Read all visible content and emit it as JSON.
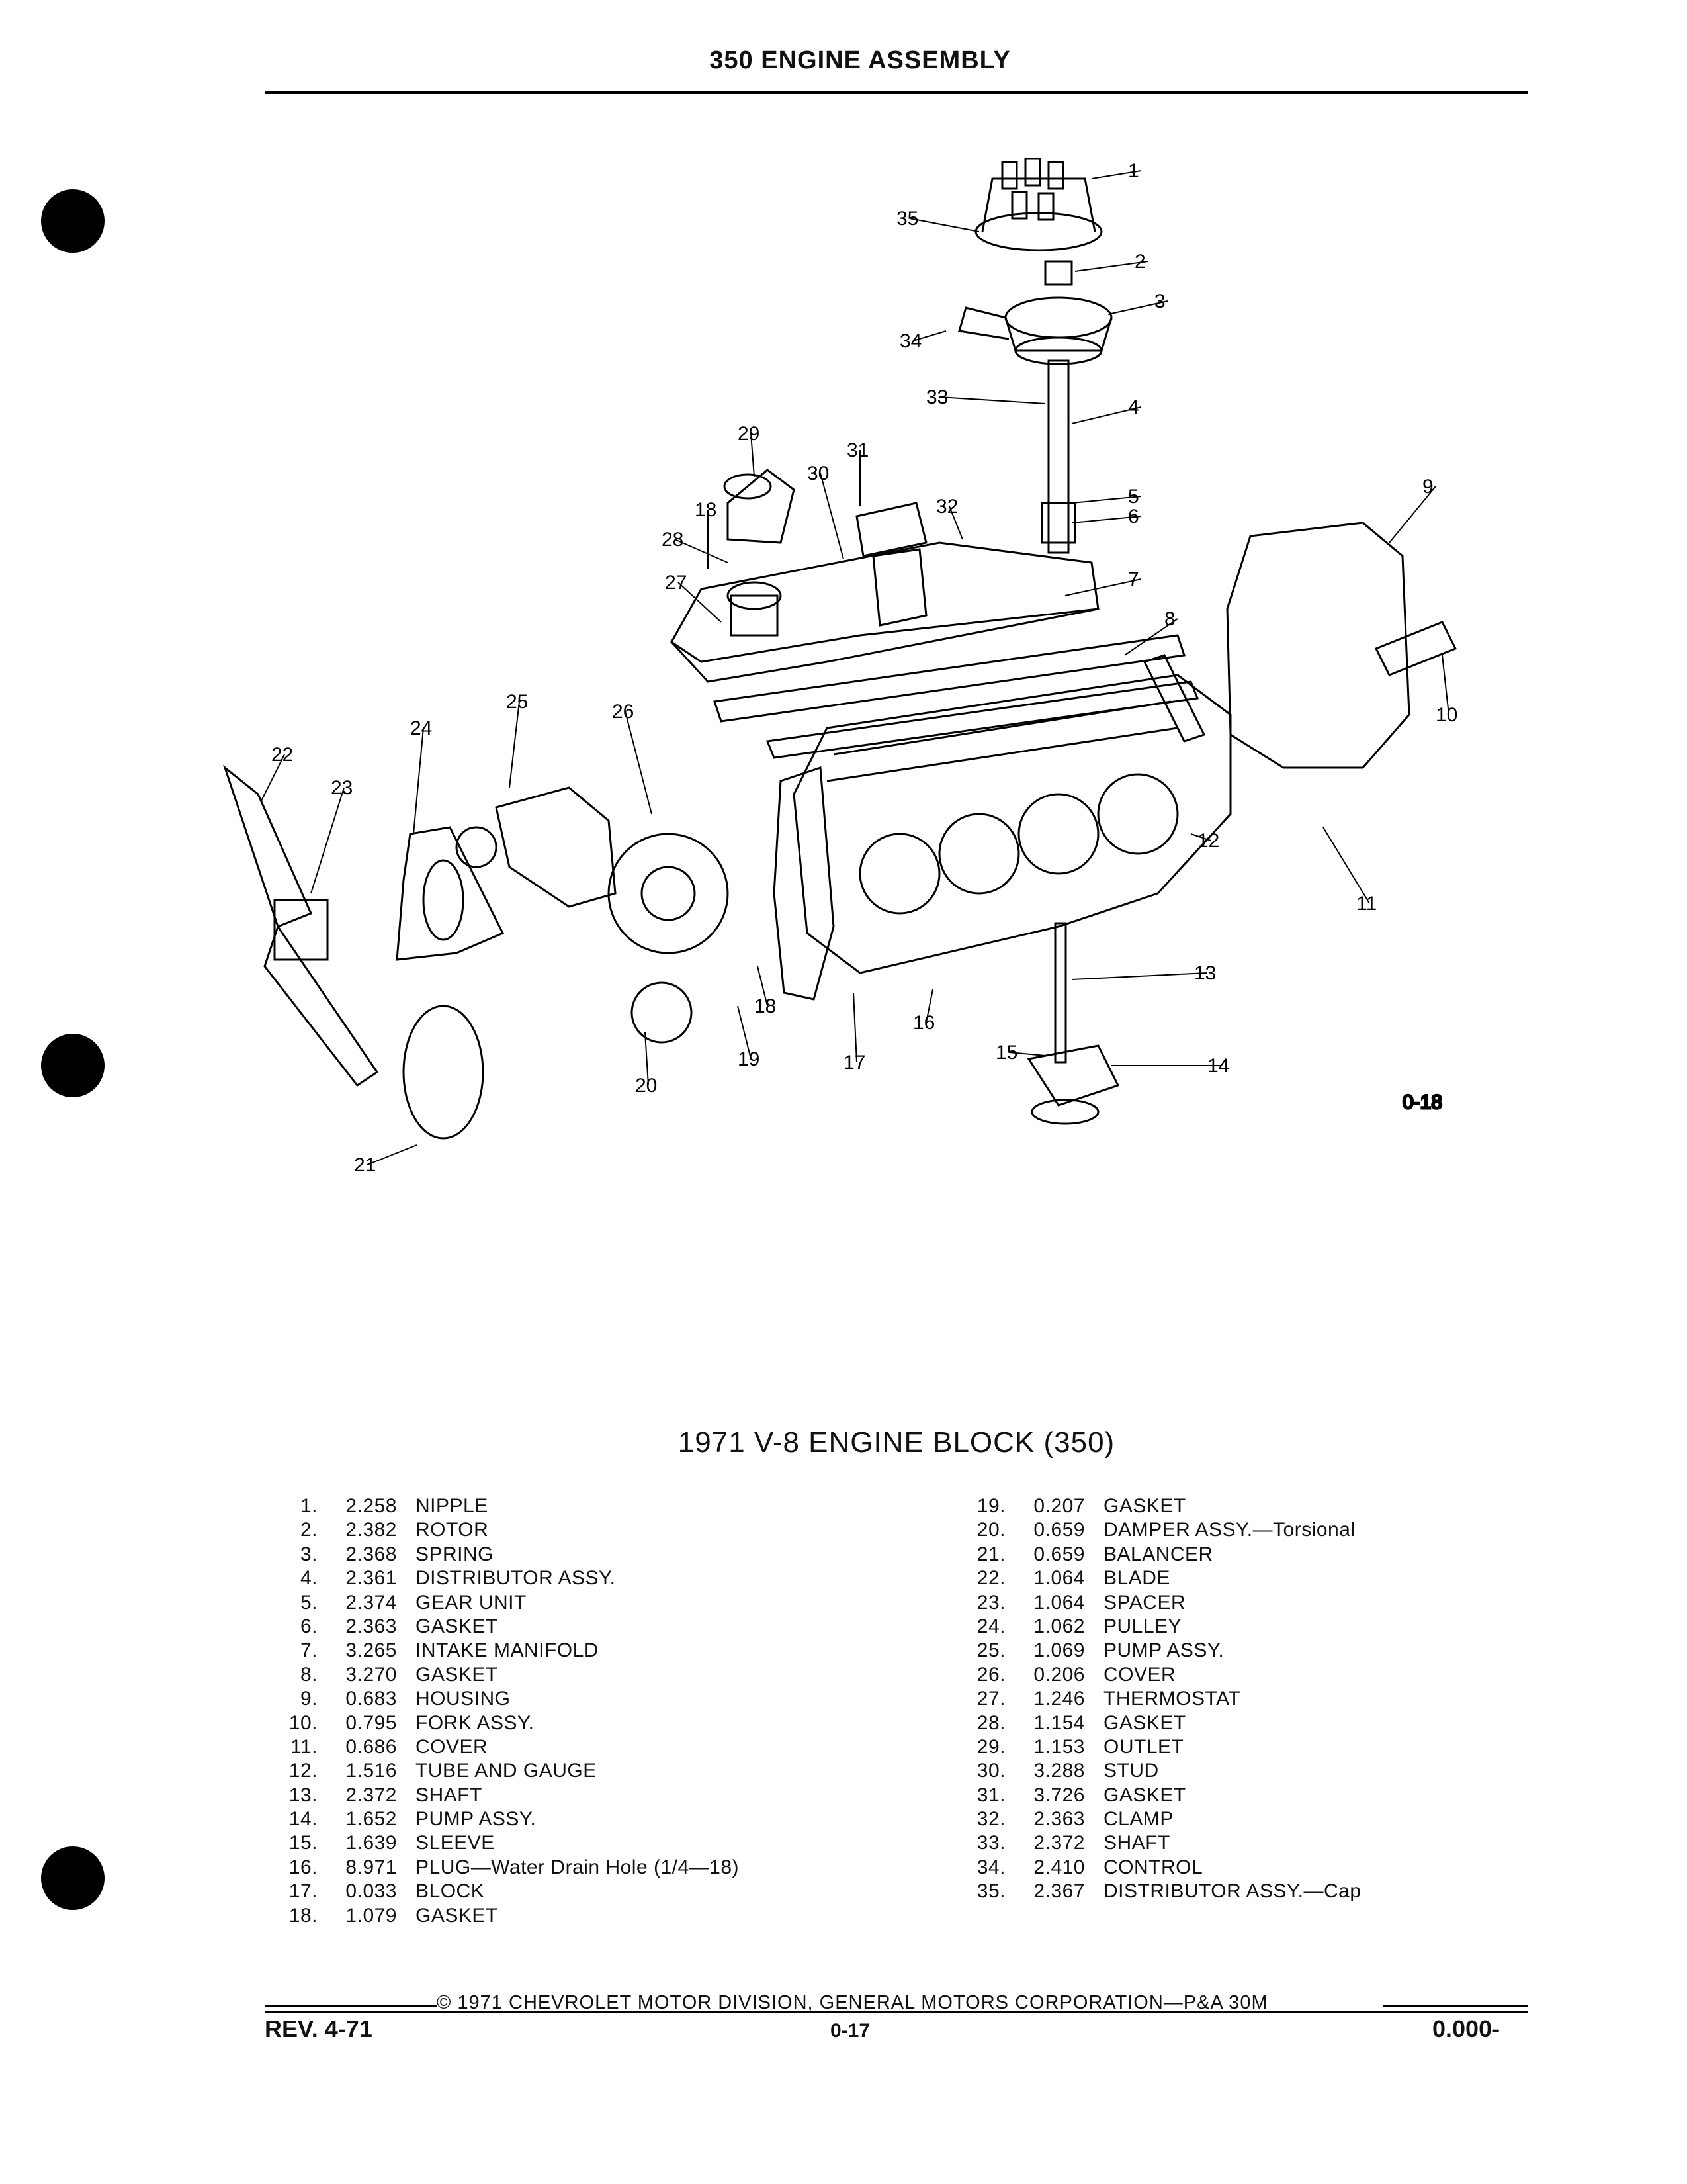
{
  "header": {
    "title": "350 ENGINE ASSEMBLY"
  },
  "figure": {
    "id": "0-18",
    "callouts": [
      "1",
      "2",
      "3",
      "4",
      "5",
      "6",
      "7",
      "8",
      "9",
      "10",
      "11",
      "12",
      "13",
      "14",
      "15",
      "16",
      "17",
      "18",
      "18",
      "19",
      "20",
      "21",
      "22",
      "23",
      "24",
      "25",
      "26",
      "27",
      "28",
      "29",
      "30",
      "31",
      "32",
      "33",
      "34",
      "35"
    ]
  },
  "caption": "1971 V-8 ENGINE BLOCK (350)",
  "parts_left": [
    {
      "num": "1.",
      "code": "2.258",
      "desc": "NIPPLE"
    },
    {
      "num": "2.",
      "code": "2.382",
      "desc": "ROTOR"
    },
    {
      "num": "3.",
      "code": "2.368",
      "desc": "SPRING"
    },
    {
      "num": "4.",
      "code": "2.361",
      "desc": "DISTRIBUTOR ASSY."
    },
    {
      "num": "5.",
      "code": "2.374",
      "desc": "GEAR UNIT"
    },
    {
      "num": "6.",
      "code": "2.363",
      "desc": "GASKET"
    },
    {
      "num": "7.",
      "code": "3.265",
      "desc": "INTAKE MANIFOLD"
    },
    {
      "num": "8.",
      "code": "3.270",
      "desc": "GASKET"
    },
    {
      "num": "9.",
      "code": "0.683",
      "desc": "HOUSING"
    },
    {
      "num": "10.",
      "code": "0.795",
      "desc": "FORK ASSY."
    },
    {
      "num": "11.",
      "code": "0.686",
      "desc": "COVER"
    },
    {
      "num": "12.",
      "code": "1.516",
      "desc": "TUBE AND GAUGE"
    },
    {
      "num": "13.",
      "code": "2.372",
      "desc": "SHAFT"
    },
    {
      "num": "14.",
      "code": "1.652",
      "desc": "PUMP ASSY."
    },
    {
      "num": "15.",
      "code": "1.639",
      "desc": "SLEEVE"
    },
    {
      "num": "16.",
      "code": "8.971",
      "desc": "PLUG—Water Drain Hole (1/4—18)"
    },
    {
      "num": "17.",
      "code": "0.033",
      "desc": "BLOCK"
    },
    {
      "num": "18.",
      "code": "1.079",
      "desc": "GASKET"
    }
  ],
  "parts_right": [
    {
      "num": "19.",
      "code": "0.207",
      "desc": "GASKET"
    },
    {
      "num": "20.",
      "code": "0.659",
      "desc": "DAMPER ASSY.—Torsional"
    },
    {
      "num": "21.",
      "code": "0.659",
      "desc": "BALANCER"
    },
    {
      "num": "22.",
      "code": "1.064",
      "desc": "BLADE"
    },
    {
      "num": "23.",
      "code": "1.064",
      "desc": "SPACER"
    },
    {
      "num": "24.",
      "code": "1.062",
      "desc": "PULLEY"
    },
    {
      "num": "25.",
      "code": "1.069",
      "desc": "PUMP ASSY."
    },
    {
      "num": "26.",
      "code": "0.206",
      "desc": "COVER"
    },
    {
      "num": "27.",
      "code": "1.246",
      "desc": "THERMOSTAT"
    },
    {
      "num": "28.",
      "code": "1.154",
      "desc": "GASKET"
    },
    {
      "num": "29.",
      "code": "1.153",
      "desc": "OUTLET"
    },
    {
      "num": "30.",
      "code": "3.288",
      "desc": "STUD"
    },
    {
      "num": "31.",
      "code": "3.726",
      "desc": "GASKET"
    },
    {
      "num": "32.",
      "code": "2.363",
      "desc": "CLAMP"
    },
    {
      "num": "33.",
      "code": "2.372",
      "desc": "SHAFT"
    },
    {
      "num": "34.",
      "code": "2.410",
      "desc": "CONTROL"
    },
    {
      "num": "35.",
      "code": "2.367",
      "desc": "DISTRIBUTOR ASSY.—Cap"
    }
  ],
  "footer": {
    "copyright": "© 1971 CHEVROLET MOTOR DIVISION, GENERAL MOTORS CORPORATION—P&A 30M",
    "revision": "REV. 4-71",
    "page": "0-17",
    "section": "0.000-"
  }
}
